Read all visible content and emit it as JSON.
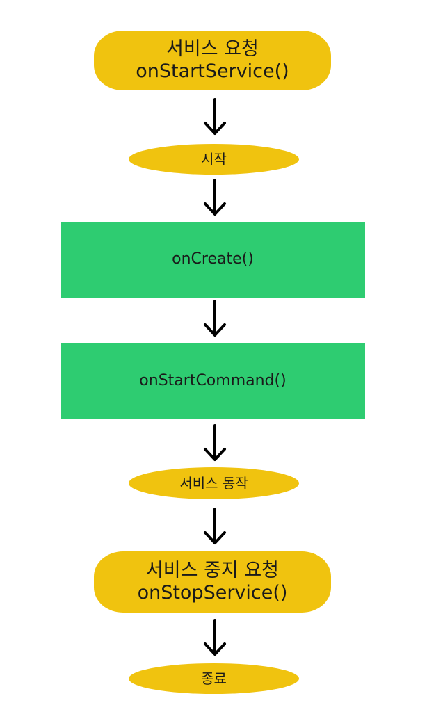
{
  "nodes": {
    "service_request": {
      "line1": "서비스 요청",
      "line2": "onStartService()"
    },
    "start": {
      "label": "시작"
    },
    "on_create": {
      "label": "onCreate()"
    },
    "on_start_command": {
      "label": "onStartCommand()"
    },
    "service_running": {
      "label": "서비스 동작"
    },
    "stop_request": {
      "line1": "서비스 중지 요청",
      "line2": "onStopService()"
    },
    "end": {
      "label": "종료"
    }
  },
  "colors": {
    "terminal_fill": "#f0c30f",
    "process_fill": "#2ecc71",
    "arrow": "#000000"
  }
}
